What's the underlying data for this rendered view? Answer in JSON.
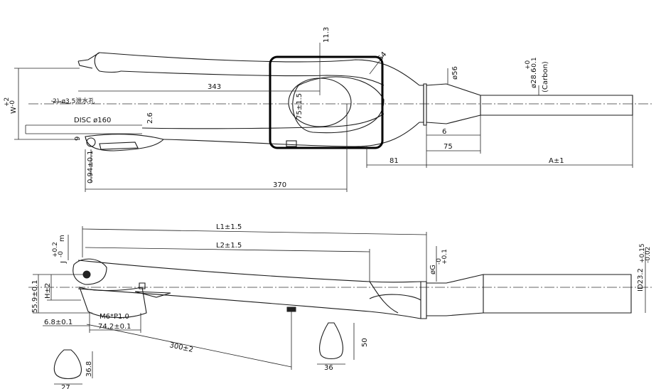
{
  "top_view": {
    "dims": {
      "d343": "343",
      "d11_3": "11.3",
      "d54": "54",
      "d56": "ø56",
      "d28_6": "ø28.6",
      "d28_6_tol_top": "+0",
      "d28_6_tol_bot": "-0.1",
      "carbon": "(Carbon)",
      "w": "W",
      "w_tol_top": "+2",
      "w_tol_bot": "-0",
      "hole": "2)-ø3.5泄水孔",
      "disc": "DISC ø160",
      "d2_6": "2.6",
      "d9": "9",
      "d75_15": "75±1.5",
      "d6": "6",
      "d75": "75",
      "d81": "81",
      "a": "A±1",
      "d094": "0.94±0.1",
      "d370": "370"
    }
  },
  "side_view": {
    "dims": {
      "m": "m",
      "j": "J",
      "j_tol_top": "+0.2",
      "j_tol_bot": "-0",
      "l1": "L1±1.5",
      "l2": "L2±1.5",
      "g": "øG",
      "g_tol_top": "+0.1",
      "g_tol_bot": "-0",
      "id": "ID23.2",
      "id_tol_top": "+0.15",
      "id_tol_bot": "-0.02",
      "h": "H±2",
      "d55_9": "55.9±0.1",
      "m6": "M6*P1.0",
      "d6_8": "6.8±0.1",
      "d74_2": "74.2±0.1",
      "d300": "300±2",
      "d50": "50",
      "d36": "36",
      "d36_8": "36.8",
      "d27": "27"
    }
  }
}
